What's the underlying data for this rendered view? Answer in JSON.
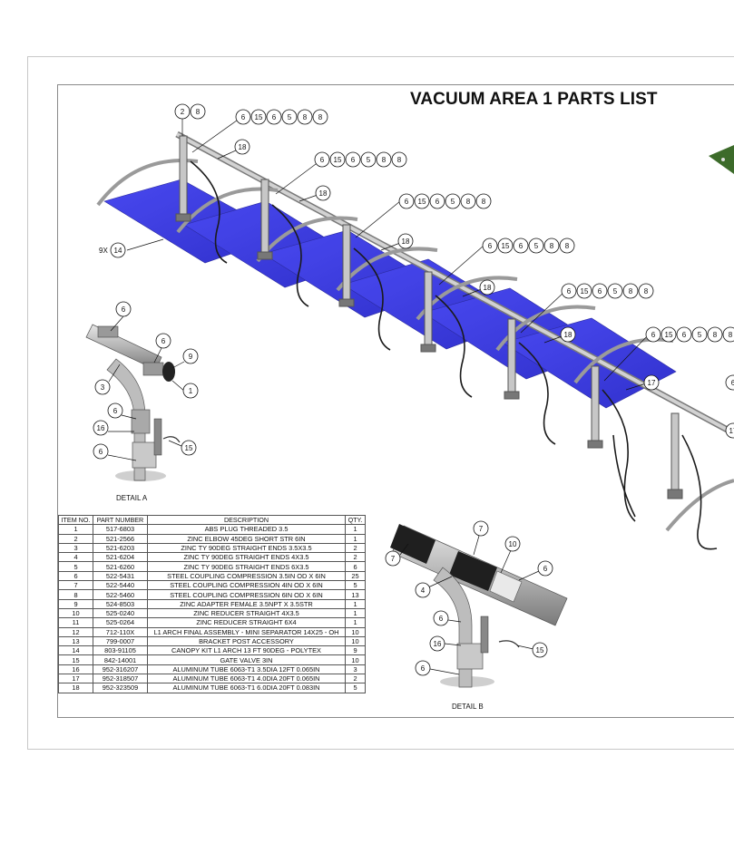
{
  "drawing": {
    "title": "VACUUM AREA 1 PARTS LIST",
    "detail_a_label": "DETAIL A",
    "detail_b_label": "DETAIL B",
    "qty_callout": "9X"
  },
  "callouts": {
    "top_left": [
      "2",
      "8"
    ],
    "arch_row": [
      "6",
      "15",
      "6",
      "5",
      "8",
      "8"
    ],
    "tube_18": "18",
    "tube_17": "17",
    "canopy": "14",
    "detail_a": [
      "6",
      "6",
      "9",
      "3",
      "1",
      "6",
      "16",
      "15",
      "6"
    ],
    "detail_b": [
      "7",
      "7",
      "10",
      "6",
      "4",
      "6",
      "16",
      "15",
      "6"
    ]
  },
  "parts_table": {
    "headers": [
      "ITEM NO.",
      "PART NUMBER",
      "DESCRIPTION",
      "QTY."
    ],
    "rows": [
      [
        "1",
        "517-6803",
        "ABS PLUG THREADED 3.5",
        "1"
      ],
      [
        "2",
        "521-2566",
        "ZINC ELBOW 45DEG SHORT STR 6IN",
        "1"
      ],
      [
        "3",
        "521-6203",
        "ZINC TY 90DEG STRAIGHT ENDS 3.5X3.5",
        "2"
      ],
      [
        "4",
        "521-6204",
        "ZINC TY 90DEG STRAIGHT ENDS 4X3.5",
        "2"
      ],
      [
        "5",
        "521-6260",
        "ZINC TY 90DEG STRAIGHT ENDS 6X3.5",
        "6"
      ],
      [
        "6",
        "522-5431",
        "STEEL COUPLING COMPRESSION 3.5IN OD X 6IN",
        "25"
      ],
      [
        "7",
        "522-5440",
        "STEEL COUPLING COMPRESSION 4IN OD X 6IN",
        "5"
      ],
      [
        "8",
        "522-5460",
        "STEEL COUPLING COMPRESSION 6IN OD X 6IN",
        "13"
      ],
      [
        "9",
        "524-8503",
        "ZINC ADAPTER FEMALE 3.5NPT X 3.5STR",
        "1"
      ],
      [
        "10",
        "525-0240",
        "ZINC REDUCER STRAIGHT 4X3.5",
        "1"
      ],
      [
        "11",
        "525-0264",
        "ZINC REDUCER STRAIGHT 6X4",
        "1"
      ],
      [
        "12",
        "712-110X",
        "L1 ARCH FINAL ASSEMBLY - MINI SEPARATOR 14X25 - OH",
        "10"
      ],
      [
        "13",
        "799-0007",
        "BRACKET POST ACCESSORY",
        "10"
      ],
      [
        "14",
        "803-91105",
        "CANOPY KIT L1 ARCH  13 FT 90DEG - POLYTEX",
        "9"
      ],
      [
        "15",
        "842-14001",
        "GATE VALVE 3IN",
        "10"
      ],
      [
        "16",
        "952-316207",
        "ALUMINUM TUBE 6063-T1 3.5DIA 12FT 0.065IN",
        "3"
      ],
      [
        "17",
        "952-318507",
        "ALUMINUM TUBE 6063-T1 4.0DIA 20FT 0.065IN",
        "2"
      ],
      [
        "18",
        "952-323509",
        "ALUMINUM TUBE 6063-T1 6.0DIA 20FT 0.083IN",
        "5"
      ]
    ]
  },
  "colors": {
    "canopy": "#2e2ee0",
    "pipe": "#b9b9b9",
    "hose": "#1b1b1b",
    "green_item": "#3c6b2a"
  }
}
